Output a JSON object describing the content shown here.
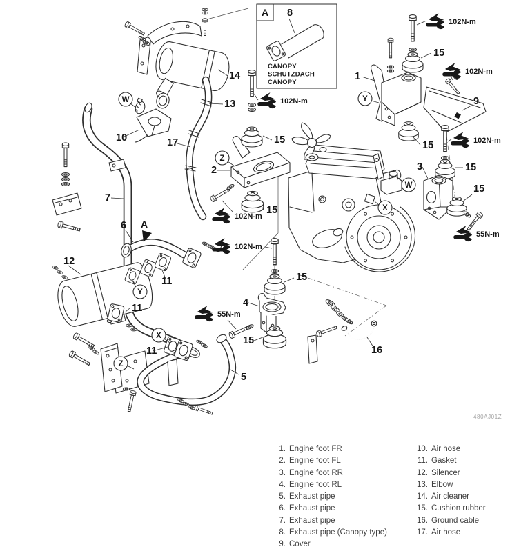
{
  "figure": {
    "code": "480AJ01Z",
    "inset": {
      "corner_label": "A",
      "caption_line1": "CANOPY",
      "caption_line2": "SCHUTZDACH",
      "caption_line3": "CANOPY"
    },
    "torque_102": "102N-m",
    "torque_55": "55N-m",
    "callouts": {
      "c1": "1",
      "c2": "2",
      "c3": "3",
      "c4": "4",
      "c5": "5",
      "c6": "6",
      "c7": "7",
      "c8": "8",
      "c9": "9",
      "c10": "10",
      "c11": "11",
      "c12": "12",
      "c13": "13",
      "c14": "14",
      "c15": "15",
      "c16": "16",
      "c17": "17"
    },
    "markers": {
      "w": "W",
      "x": "X",
      "y": "Y",
      "z": "Z",
      "arrow_a": "A"
    }
  },
  "legend": {
    "left": [
      {
        "num": "1.",
        "label": "Engine foot FR"
      },
      {
        "num": "2.",
        "label": "Engine foot FL"
      },
      {
        "num": "3.",
        "label": "Engine foot RR"
      },
      {
        "num": "4.",
        "label": "Engine foot RL"
      },
      {
        "num": "5.",
        "label": "Exhaust pipe"
      },
      {
        "num": "6.",
        "label": "Exhaust pipe"
      },
      {
        "num": "7.",
        "label": "Exhaust pipe"
      },
      {
        "num": "8.",
        "label": "Exhaust pipe (Canopy type)"
      },
      {
        "num": "9.",
        "label": "Cover"
      }
    ],
    "right": [
      {
        "num": "10.",
        "label": "Air hose"
      },
      {
        "num": "11.",
        "label": "Gasket"
      },
      {
        "num": "12.",
        "label": "Silencer"
      },
      {
        "num": "13.",
        "label": "Elbow"
      },
      {
        "num": "14.",
        "label": "Air cleaner"
      },
      {
        "num": "15.",
        "label": "Cushion rubber"
      },
      {
        "num": "16.",
        "label": "Ground cable"
      },
      {
        "num": "17.",
        "label": "Air hose"
      }
    ]
  }
}
